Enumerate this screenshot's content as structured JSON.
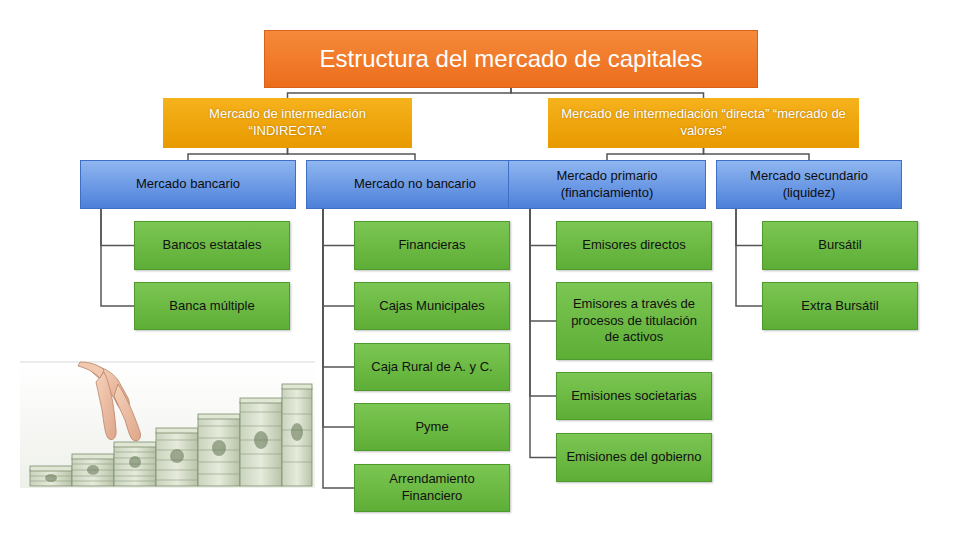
{
  "diagram": {
    "nodes": [
      {
        "text": [
          "Estructura del mercado de capitales"
        ]
      },
      {
        "text": [
          "Mercado de intermediación “INDIRECTA”"
        ]
      },
      {
        "text": [
          "Mercado de intermediación “directa” “mercado de valores”"
        ]
      },
      {
        "text": [
          "Mercado bancario"
        ]
      },
      {
        "text": [
          "Mercado no bancario"
        ]
      },
      {
        "text": [
          "Mercado primario (financiamiento)"
        ]
      },
      {
        "text": [
          "Mercado secundario (liquidez)"
        ]
      },
      {
        "text": [
          "Bancos estatales"
        ]
      },
      {
        "text": [
          "Banca múltiple"
        ]
      },
      {
        "text": [
          "Financieras"
        ]
      },
      {
        "text": [
          "Cajas Municipales"
        ]
      },
      {
        "text": [
          "Caja Rural de A. y C."
        ]
      },
      {
        "text": [
          "Pyme"
        ]
      },
      {
        "text": [
          "Arrendamiento Financiero"
        ]
      },
      {
        "text": [
          "Emisores directos"
        ]
      },
      {
        "text": [
          "Emisores a través de procesos de titulación de activos"
        ]
      },
      {
        "text": [
          "Emisiones societarias"
        ]
      },
      {
        "text": [
          "Emisiones del gobierno"
        ]
      },
      {
        "text": [
          "Bursátil"
        ]
      },
      {
        "text": [
          "Extra Bursátil"
        ]
      }
    ],
    "edges": [
      {
        "from": 0,
        "to": 1,
        "arrow": "none"
      },
      {
        "from": 0,
        "to": 2,
        "arrow": "none"
      },
      {
        "from": 1,
        "to": 3,
        "arrow": "none"
      },
      {
        "from": 1,
        "to": 4,
        "arrow": "none"
      },
      {
        "from": 2,
        "to": 5,
        "arrow": "none"
      },
      {
        "from": 2,
        "to": 6,
        "arrow": "none"
      },
      {
        "from": 3,
        "to": 7,
        "arrow": "none"
      },
      {
        "from": 3,
        "to": 8,
        "arrow": "none"
      },
      {
        "from": 4,
        "to": 9,
        "arrow": "none"
      },
      {
        "from": 4,
        "to": 10,
        "arrow": "none"
      },
      {
        "from": 4,
        "to": 11,
        "arrow": "none"
      },
      {
        "from": 4,
        "to": 12,
        "arrow": "none"
      },
      {
        "from": 4,
        "to": 13,
        "arrow": "none"
      },
      {
        "from": 5,
        "to": 14,
        "arrow": "none"
      },
      {
        "from": 5,
        "to": 15,
        "arrow": "none"
      },
      {
        "from": 5,
        "to": 16,
        "arrow": "none"
      },
      {
        "from": 5,
        "to": 17,
        "arrow": "none"
      },
      {
        "from": 6,
        "to": 18,
        "arrow": "none"
      },
      {
        "from": 6,
        "to": 19,
        "arrow": "none"
      }
    ]
  }
}
